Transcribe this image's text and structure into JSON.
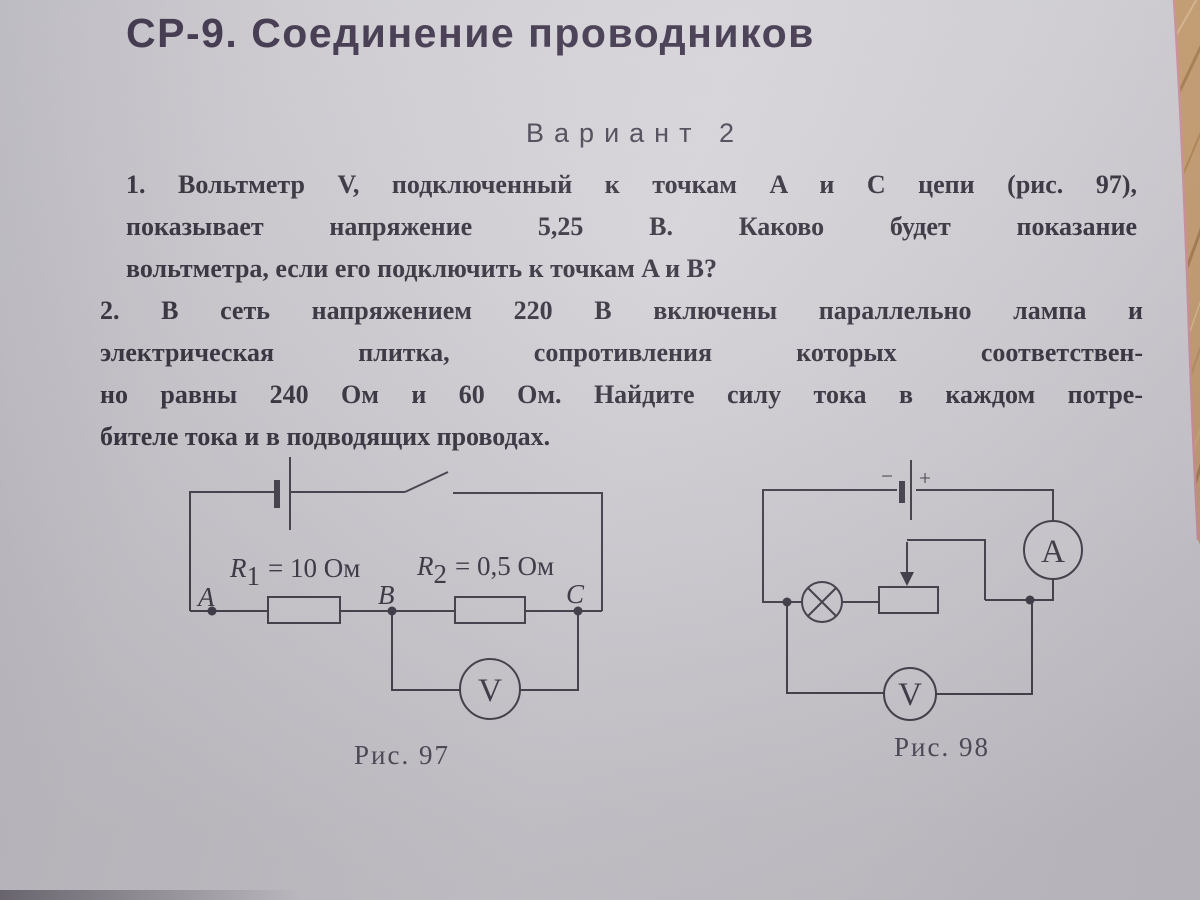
{
  "page": {
    "title": "СР-9. Соединение проводников",
    "variant": "Вариант 2",
    "problems": [
      {
        "lines": [
          "1. Вольтметр V, подключенный к точкам A и C цепи (рис. 97),",
          "показывает напряжение 5,25 В. Каково будет показание",
          "вольтметра, если его подключить к точкам A и B?"
        ]
      },
      {
        "lines": [
          "2. В сеть напряжением 220 В включены параллельно лампа и",
          "электрическая плитка, сопротивления которых соответствен-",
          "но равны 240 Ом и 60 Ом. Найдите силу тока в каждом потре-",
          "бителе тока и в подводящих проводах."
        ]
      }
    ]
  },
  "figure97": {
    "caption": "Рис. 97",
    "point_a": "A",
    "point_b": "B",
    "point_c": "C",
    "r1_name": "R",
    "r1_sub": "1",
    "r1_value": "= 10 Ом",
    "r2_name": "R",
    "r2_sub": "2",
    "r2_value": "= 0,5 Ом",
    "voltmeter_letter": "V"
  },
  "figure98": {
    "caption": "Рис. 98",
    "battery_minus": "−",
    "battery_plus": "+",
    "ammeter_letter": "A",
    "voltmeter_letter": "V"
  },
  "colors": {
    "paper": "#d5d3d8",
    "ink": "#302c39",
    "title_ink": "#3b3048",
    "circuit_ink": "#413d48",
    "wood": "#c99e6f"
  }
}
